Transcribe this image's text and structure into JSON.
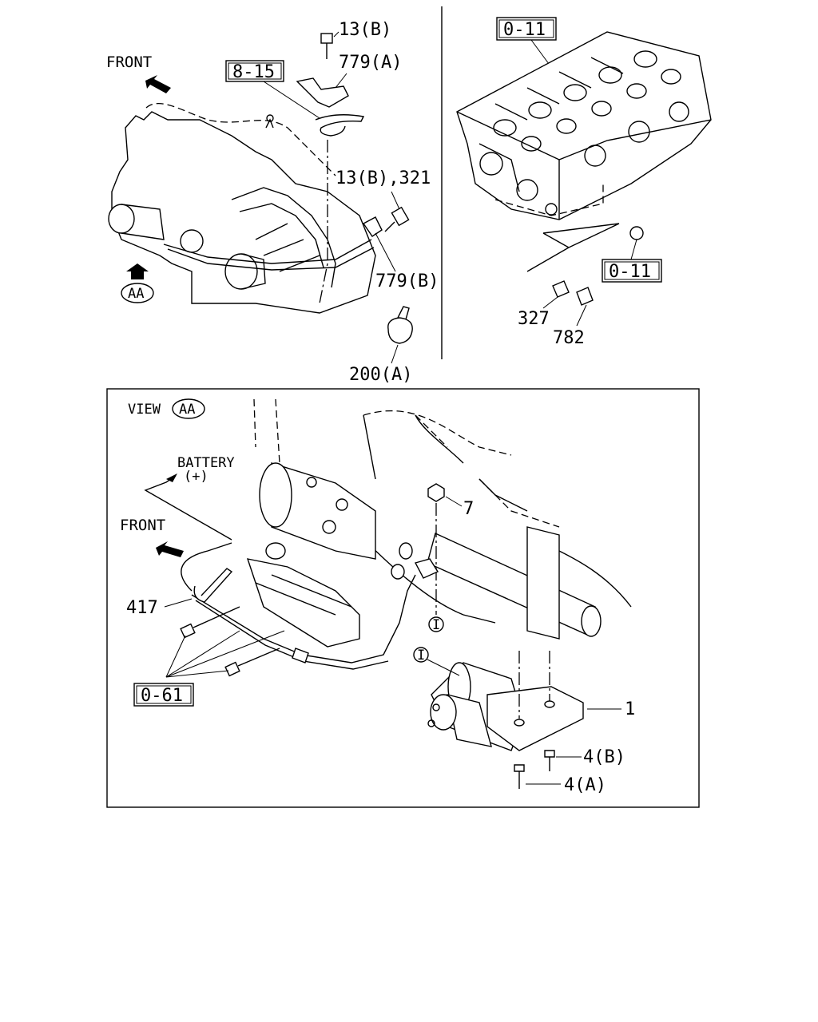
{
  "top_left": {
    "front_label": "FRONT",
    "view_marker": "AA",
    "ref_box": "8-15",
    "callouts": {
      "bolt_13b": "13(B)",
      "bracket_779a": "779(A)",
      "bolt_13b_321": "13(B),321",
      "bracket_779b": "779(B)",
      "clamp_200a": "200(A)"
    }
  },
  "top_right": {
    "ref_box_top": "0-11",
    "ref_box_side": "0-11",
    "callouts": {
      "part_327": "327",
      "part_782": "782"
    }
  },
  "view_aa": {
    "title_prefix": "VIEW",
    "title_marker": "AA",
    "battery_label": "BATTERY",
    "battery_polarity": "(+)",
    "front_label": "FRONT",
    "ref_box": "0-61",
    "connector_mark": "I",
    "callouts": {
      "nut_7": "7",
      "clip_417": "417",
      "starter_1": "1",
      "bolt_4b": "4(B)",
      "bolt_4a": "4(A)"
    }
  }
}
